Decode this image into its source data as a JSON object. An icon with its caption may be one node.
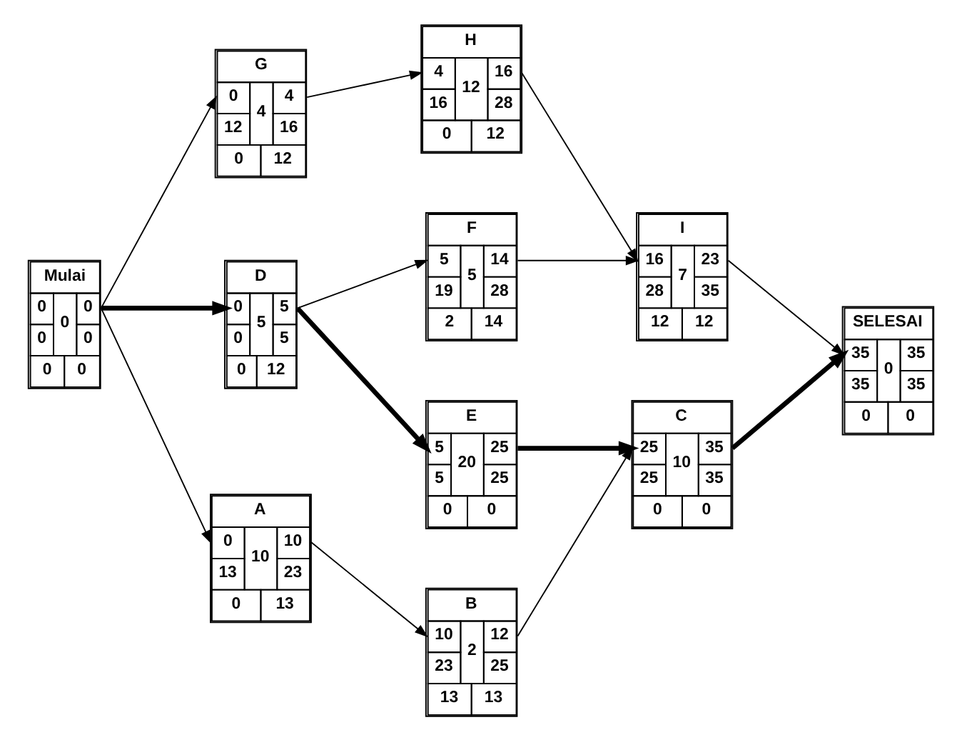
{
  "diagram": {
    "nodes": [
      {
        "text": [
          "Mulai",
          "0",
          "0",
          "0",
          "0",
          "0",
          "0",
          "0"
        ]
      },
      {
        "text": [
          "G",
          "0",
          "12",
          "4",
          "4",
          "16",
          "0",
          "12"
        ]
      },
      {
        "text": [
          "H",
          "4",
          "16",
          "12",
          "16",
          "28",
          "0",
          "12"
        ]
      },
      {
        "text": [
          "I",
          "16",
          "28",
          "7",
          "23",
          "35",
          "12",
          "12"
        ]
      },
      {
        "text": [
          "D",
          "0",
          "0",
          "5",
          "5",
          "5",
          "0",
          "12"
        ]
      },
      {
        "text": [
          "F",
          "5",
          "19",
          "5",
          "14",
          "28",
          "2",
          "14"
        ]
      },
      {
        "text": [
          "SELESAI",
          "35",
          "35",
          "0",
          "35",
          "35",
          "0",
          "0"
        ]
      },
      {
        "text": [
          "E",
          "5",
          "5",
          "20",
          "25",
          "25",
          "0",
          "0"
        ]
      },
      {
        "text": [
          "C",
          "25",
          "25",
          "10",
          "35",
          "35",
          "0",
          "0"
        ]
      },
      {
        "text": [
          "A",
          "0",
          "13",
          "10",
          "10",
          "23",
          "0",
          "13"
        ]
      },
      {
        "text": [
          "B",
          "10",
          "23",
          "2",
          "12",
          "25",
          "13",
          "13"
        ]
      }
    ],
    "edges": [
      {
        "from": 0,
        "to": 1,
        "arrow": "to"
      },
      {
        "from": 0,
        "to": 4,
        "arrow": "to",
        "style": "thick"
      },
      {
        "from": 0,
        "to": 9,
        "arrow": "to"
      },
      {
        "from": 1,
        "to": 2,
        "arrow": "to"
      },
      {
        "from": 2,
        "to": 3,
        "arrow": "to"
      },
      {
        "from": 5,
        "to": 3,
        "arrow": "to"
      },
      {
        "from": 3,
        "to": 6,
        "arrow": "to"
      },
      {
        "from": 4,
        "to": 5,
        "arrow": "to"
      },
      {
        "from": 4,
        "to": 7,
        "arrow": "to",
        "style": "thick"
      },
      {
        "from": 7,
        "to": 8,
        "arrow": "to",
        "style": "thick"
      },
      {
        "from": 10,
        "to": 8,
        "arrow": "to"
      },
      {
        "from": 8,
        "to": 6,
        "arrow": "to",
        "style": "thick"
      },
      {
        "from": 9,
        "to": 10,
        "arrow": "to"
      }
    ]
  }
}
